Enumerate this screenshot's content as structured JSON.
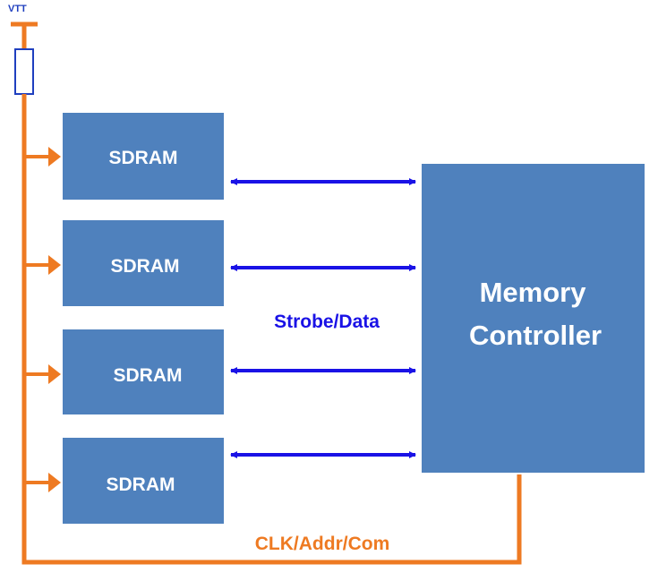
{
  "vtt_label": "VTT",
  "sdram_modules": [
    {
      "label": "SDRAM"
    },
    {
      "label": "SDRAM"
    },
    {
      "label": "SDRAM"
    },
    {
      "label": "SDRAM"
    }
  ],
  "controller": {
    "line1": "Memory",
    "line2": "Controller"
  },
  "bus_labels": {
    "data_bus": "Strobe/Data",
    "command_bus": "CLK/Addr/Com"
  },
  "colors": {
    "block_fill": "#4f81bd",
    "block_text": "#ffffff",
    "data_bus": "#1a12e6",
    "command_bus": "#ee7a22",
    "vtt_label": "#1f3fbf",
    "resistor": "#1f3fbf"
  }
}
